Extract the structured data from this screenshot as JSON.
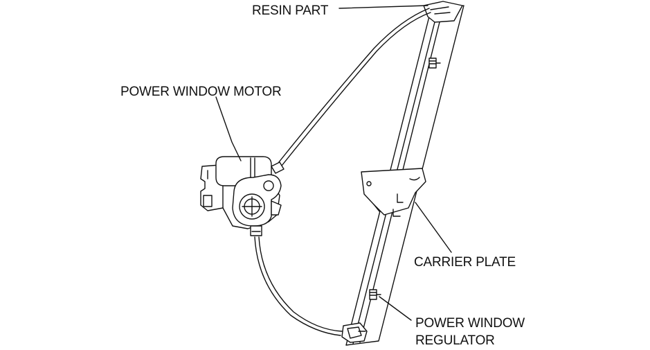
{
  "labels": {
    "resin_part": "RESIN PART",
    "power_window_motor": "POWER WINDOW MOTOR",
    "carrier_plate": "CARRIER PLATE",
    "power_window_regulator_line1": "POWER WINDOW",
    "power_window_regulator_line2": "REGULATOR"
  },
  "colors": {
    "line": "#111111",
    "background": "#ffffff"
  }
}
